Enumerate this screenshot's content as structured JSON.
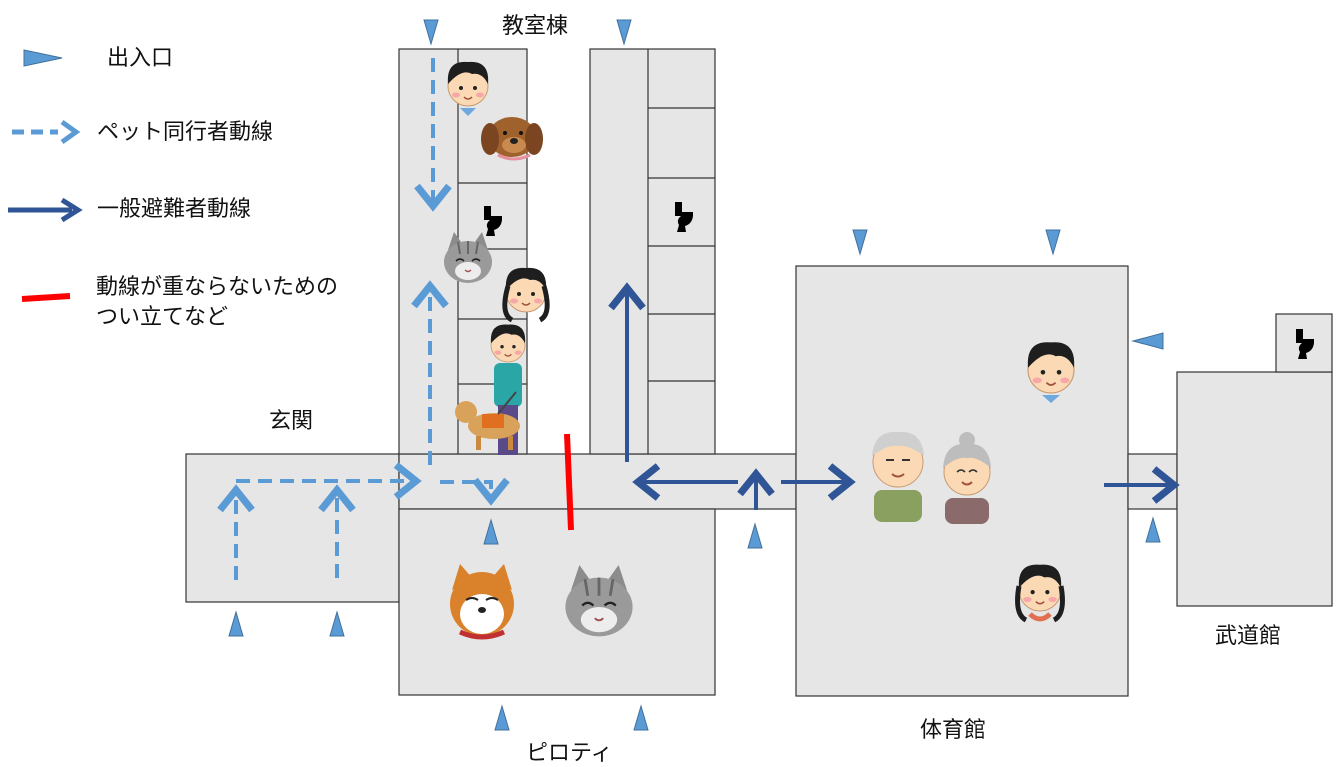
{
  "legend": {
    "entrance": "出入口",
    "pet_route": "ペット同行者動線",
    "general_route": "一般避難者動線",
    "partition_line1": "動線が重ならないための",
    "partition_line2": "つい立てなど"
  },
  "areas": {
    "classroom": "教室棟",
    "entrance_hall": "玄関",
    "pilotis": "ピロティ",
    "gym": "体育館",
    "budokan": "武道館"
  },
  "icons": {
    "entrance_marker": "triangle-marker-icon",
    "toilet": "toilet-icon",
    "person": "person-icon",
    "dog": "dog-icon",
    "cat": "cat-icon",
    "guide_dog": "guide-dog-icon"
  },
  "colors": {
    "pet_route": "#5b9bd5",
    "general_route": "#2f5597",
    "partition": "#ff0000",
    "entrance_marker": "#5b9bd5",
    "room_fill": "#e7e6e6",
    "room_stroke": "#333333"
  }
}
